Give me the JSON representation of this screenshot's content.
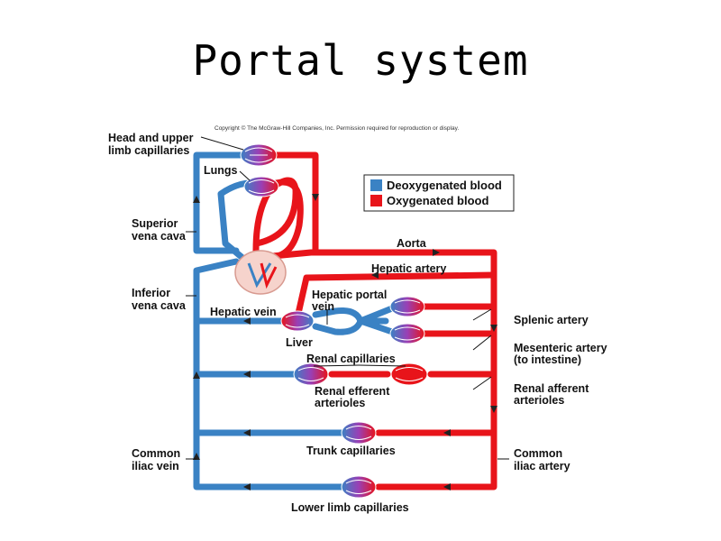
{
  "slide": {
    "title": "Portal system"
  },
  "copyright": "Copyright © The McGraw-Hill Companies, Inc. Permission required for reproduction or display.",
  "colors": {
    "deoxygenated": "#3a82c4",
    "oxygenated": "#e8141a",
    "capillary_mix": "#8a3fb0"
  },
  "legend": [
    {
      "label": "Deoxygenated blood",
      "color": "#3a82c4"
    },
    {
      "label": "Oxygenated blood",
      "color": "#e8141a"
    }
  ],
  "labels": {
    "head": [
      "Head and upper",
      "limb capillaries"
    ],
    "lungs": "Lungs",
    "svc": [
      "Superior",
      "vena cava"
    ],
    "aorta": "Aorta",
    "hepatic_artery": "Hepatic artery",
    "ivc": [
      "Inferior",
      "vena cava"
    ],
    "hepatic_vein": "Hepatic vein",
    "hepatic_portal": [
      "Hepatic portal",
      "vein"
    ],
    "liver": "Liver",
    "splenic": "Splenic artery",
    "mesenteric": [
      "Mesenteric artery",
      "(to intestine)"
    ],
    "renal_cap": "Renal capillaries",
    "renal_eff": [
      "Renal efferent",
      "arterioles"
    ],
    "renal_aff": [
      "Renal afferent",
      "arterioles"
    ],
    "common_iliac_vein": [
      "Common",
      "iliac vein"
    ],
    "trunk": "Trunk capillaries",
    "common_iliac_artery": [
      "Common",
      "iliac artery"
    ],
    "lower_limb": "Lower limb capillaries"
  }
}
